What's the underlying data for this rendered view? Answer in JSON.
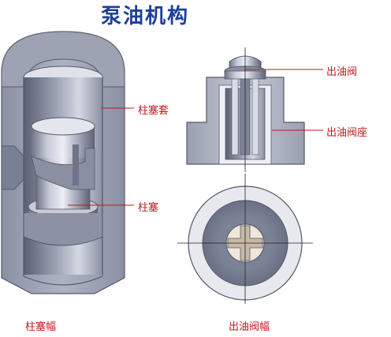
{
  "title": "泵油机构",
  "labels": {
    "plunger_sleeve": "柱塞套",
    "plunger": "柱塞",
    "delivery_valve": "出油阀",
    "delivery_valve_seat": "出油阀座"
  },
  "captions": {
    "plunger_pair": "柱塞幅",
    "delivery_valve_pair": "出油阀幅"
  },
  "colors": {
    "title": "#1d3f9c",
    "label": "#c0181c",
    "metal_dark": "#7b8298",
    "metal_light": "#c9cedb"
  }
}
